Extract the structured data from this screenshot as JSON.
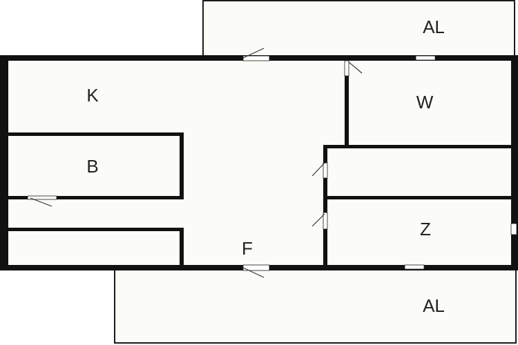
{
  "floor_plan": {
    "rooms": {
      "balcony_top": "AL",
      "kitchen": "K",
      "wardrobe": "W",
      "bath": "B",
      "storage": "Z",
      "hall": "F",
      "balcony_bottom": "AL"
    },
    "colors": {
      "floor": "#fbfbf7",
      "wall": "#111111",
      "thin_line": "#1a1a1a",
      "opening": "#ffffff",
      "door_swing": "#333333"
    }
  }
}
